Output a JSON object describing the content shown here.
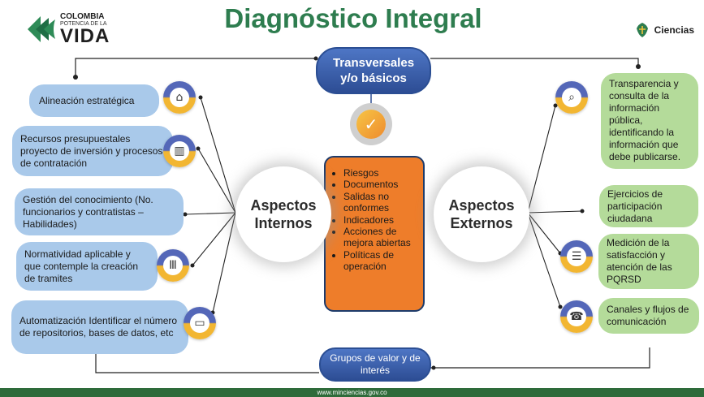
{
  "title": "Diagnóstico Integral",
  "logo": {
    "line1": "COLOMBIA",
    "line2": "POTENCIA DE LA",
    "line3": "VIDA"
  },
  "ciencias_label": "Ciencias",
  "top_node": "Transversales y/o básicos",
  "bottom_node": "Grupos de valor y de interés",
  "internal_label": "Aspectos Internos",
  "external_label": "Aspectos Externos",
  "internal_items": [
    {
      "text": "Alineación estratégica",
      "icon": "presentation-board-icon"
    },
    {
      "text": "Recursos presupuestales proyecto de inversión y procesos de contratación",
      "icon": "bar-chart-icon"
    },
    {
      "text": "Gestión del conocimiento (No. funcionarios y contratistas – Habilidades)",
      "icon": ""
    },
    {
      "text": "Normatividad aplicable y que contemple la creación de tramites",
      "icon": "column-pillar-icon"
    },
    {
      "text": "Automatización Identificar el número de repositorios, bases de datos, etc",
      "icon": "laptop-icon"
    }
  ],
  "external_items": [
    {
      "text": "Transparencia y consulta de la información pública, identificando la información que debe publicarse.",
      "icon": "magnifier-icon"
    },
    {
      "text": "Ejercicios de participación ciudadana",
      "icon": ""
    },
    {
      "text": "Medición de la satisfacción y atención de las PQRSD",
      "icon": "chat-bubbles-icon"
    },
    {
      "text": "Canales y flujos de comunicación",
      "icon": "phone-icon"
    }
  ],
  "center_items": [
    "Riesgos",
    "Documentos",
    "Salidas no conformes",
    "Indicadores",
    "Acciones de mejora abiertas",
    "Políticas de operación"
  ],
  "footer_url": "www.minciencias.gov.co",
  "colors": {
    "title_green": "#2e7d4f",
    "pill_blue": "#a9c9ea",
    "pill_green": "#b4db9a",
    "node_dark_blue": "#2d4d94",
    "center_orange": "#ee7d2a",
    "icon_purple": "#5467b8",
    "icon_yellow": "#f2b632",
    "footer_green": "#2e6b3a"
  }
}
